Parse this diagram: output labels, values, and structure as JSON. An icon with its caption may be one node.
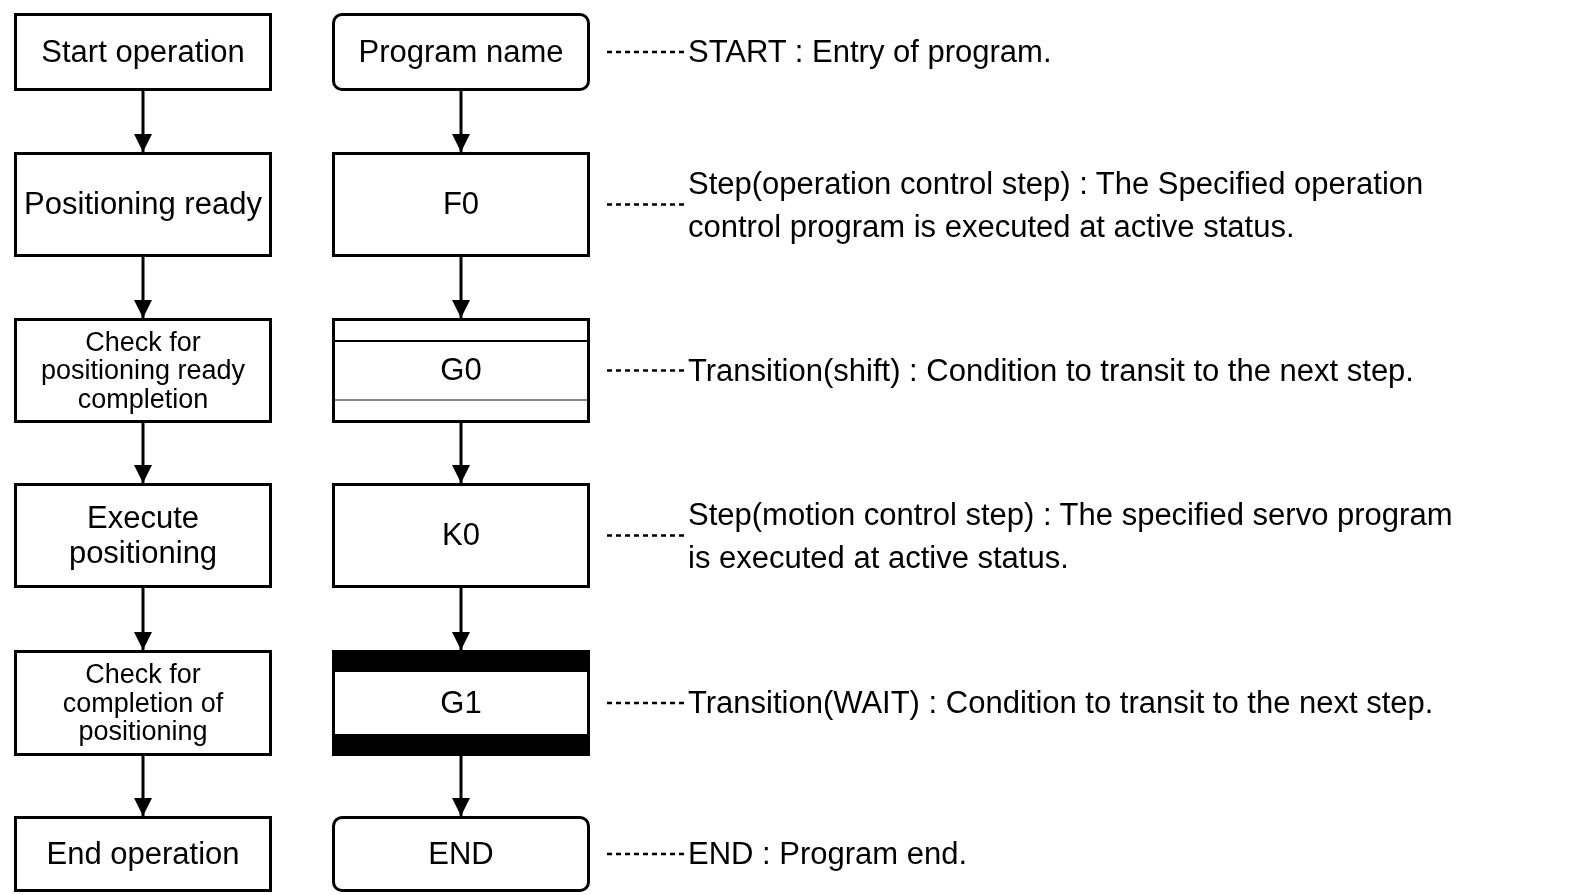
{
  "diagram": {
    "nodes": [
      {
        "text": [
          "Start operation"
        ]
      },
      {
        "text": [
          "Positioning ready"
        ]
      },
      {
        "text": [
          "Check for positioning ready completion"
        ]
      },
      {
        "text": [
          "Execute positioning"
        ]
      },
      {
        "text": [
          "Check for completion of positioning"
        ]
      },
      {
        "text": [
          "End operation"
        ]
      },
      {
        "text": [
          "Program name"
        ]
      },
      {
        "text": [
          "F0"
        ]
      },
      {
        "text": [
          "G0"
        ]
      },
      {
        "text": [
          "K0"
        ]
      },
      {
        "text": [
          "G1"
        ]
      },
      {
        "text": [
          "END"
        ]
      },
      {
        "text": [
          "START : Entry of program."
        ]
      },
      {
        "text": [
          "Step(operation control step) : The Specified operation control program is executed at active status."
        ]
      },
      {
        "text": [
          "Transition(shift) : Condition to transit to the next step."
        ]
      },
      {
        "text": [
          "Step(motion control step) : The specified servo program is executed at active status."
        ]
      },
      {
        "text": [
          "Transition(WAIT) : Condition to transit to the next step."
        ]
      },
      {
        "text": [
          "END : Program end."
        ]
      }
    ],
    "edges": [
      {
        "from": 0,
        "to": 1,
        "arrow": "to"
      },
      {
        "from": 1,
        "to": 2,
        "arrow": "to"
      },
      {
        "from": 2,
        "to": 3,
        "arrow": "to"
      },
      {
        "from": 3,
        "to": 4,
        "arrow": "to"
      },
      {
        "from": 4,
        "to": 5,
        "arrow": "to"
      },
      {
        "from": 6,
        "to": 7,
        "arrow": "to"
      },
      {
        "from": 7,
        "to": 8,
        "arrow": "to"
      },
      {
        "from": 8,
        "to": 9,
        "arrow": "to"
      },
      {
        "from": 9,
        "to": 10,
        "arrow": "to"
      },
      {
        "from": 10,
        "to": 11,
        "arrow": "to"
      },
      {
        "from": 12,
        "to": 6,
        "arrow": "none",
        "style": "dashed"
      },
      {
        "from": 13,
        "to": 7,
        "arrow": "none",
        "style": "dashed"
      },
      {
        "from": 14,
        "to": 8,
        "arrow": "none",
        "style": "dashed"
      },
      {
        "from": 15,
        "to": 9,
        "arrow": "none",
        "style": "dashed"
      },
      {
        "from": 16,
        "to": 10,
        "arrow": "none",
        "style": "dashed"
      },
      {
        "from": 17,
        "to": 11,
        "arrow": "none",
        "style": "dashed"
      }
    ]
  }
}
